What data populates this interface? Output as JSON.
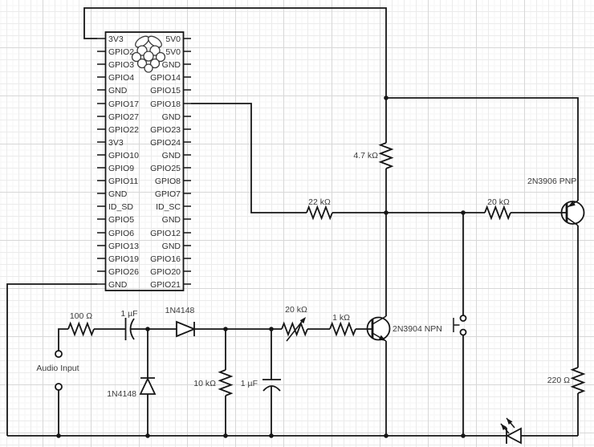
{
  "diagram": {
    "type": "circuit-schematic",
    "description": "Raspberry Pi GPIO audio-input transistor circuit with LED output"
  },
  "pi": {
    "name": "Raspberry Pi GPIO header",
    "left_pins": [
      "3V3",
      "GPIO2",
      "GPIO3",
      "GPIO4",
      "GND",
      "GPIO17",
      "GPIO27",
      "GPIO22",
      "3V3",
      "GPIO10",
      "GPIO9",
      "GPIO11",
      "GND",
      "ID_SD",
      "GPIO5",
      "GPIO6",
      "GPIO13",
      "GPIO19",
      "GPIO26",
      "GND"
    ],
    "right_pins": [
      "5V0",
      "5V0",
      "GND",
      "GPIO14",
      "GPIO15",
      "GPIO18",
      "GND",
      "GPIO23",
      "GPIO24",
      "GND",
      "GPIO25",
      "GPIO8",
      "GPIO7",
      "ID_SC",
      "GND",
      "GPIO12",
      "GND",
      "GPIO16",
      "GPIO20",
      "GPIO21"
    ]
  },
  "components": {
    "r_pullup": {
      "label": "4.7 kΩ"
    },
    "r_gpio": {
      "label": "22 kΩ"
    },
    "r_pnp_base": {
      "label": "20 kΩ"
    },
    "q_pnp": {
      "label": "2N3906 PNP"
    },
    "q_npn": {
      "label": "2N3904 NPN"
    },
    "r_input": {
      "label": "100 Ω"
    },
    "c_input": {
      "label": "1 µF"
    },
    "d_series": {
      "label": "1N4148"
    },
    "d_clamp": {
      "label": "1N4148"
    },
    "r_load": {
      "label": "10 kΩ"
    },
    "c_filter": {
      "label": "1 µF"
    },
    "pot": {
      "label": "20 kΩ"
    },
    "r_npn_base": {
      "label": "1 kΩ"
    },
    "r_led": {
      "label": "220 Ω"
    },
    "audio_input": {
      "label": "Audio Input"
    }
  },
  "colors": {
    "wire": "#161616",
    "grid_major": "#d7d7d7",
    "grid_minor": "#ebebeb",
    "background": "#ffffff"
  }
}
